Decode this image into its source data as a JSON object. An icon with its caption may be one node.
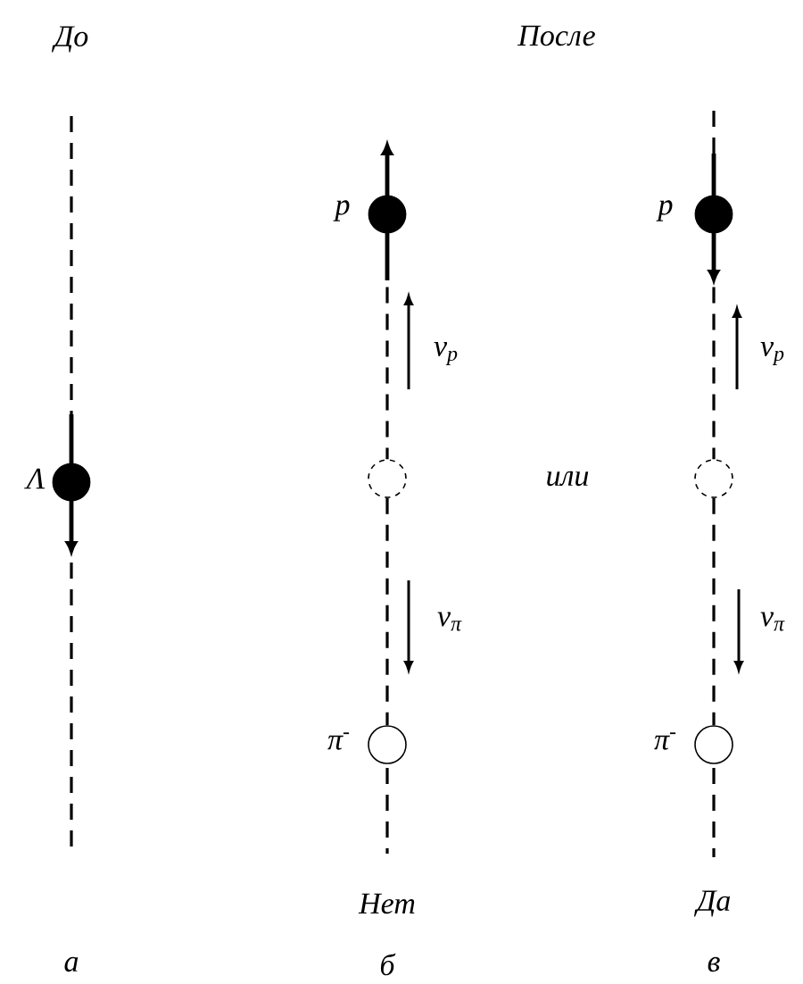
{
  "diagram": {
    "nodes": [
      {
        "text": [],
        "shape": "circle",
        "beside": [
          "Λ"
        ]
      },
      {
        "text": [],
        "shape": "circle",
        "beside": [
          "p"
        ]
      },
      {
        "text": [],
        "shape": "circle"
      },
      {
        "text": [],
        "shape": "circle",
        "beside": [
          "π$^{-}$"
        ]
      },
      {
        "text": [],
        "shape": "circle",
        "beside": [
          "p"
        ]
      },
      {
        "text": [],
        "shape": "circle"
      },
      {
        "text": [],
        "shape": "circle",
        "beside": [
          "π$^{-}$"
        ]
      }
    ],
    "edges": [
      {
        "from": 1,
        "to": 2,
        "arrow": "none",
        "style": "dashed"
      },
      {
        "from": 2,
        "to": 3,
        "arrow": "none",
        "style": "dashed"
      },
      {
        "from": 4,
        "to": 5,
        "arrow": "none",
        "style": "dashed"
      },
      {
        "from": 5,
        "to": 6,
        "arrow": "none",
        "style": "dashed"
      }
    ],
    "labels": [
      "До",
      "После",
      "v$_{p}$",
      "v$_{p}$",
      "или",
      "v$_{π}$",
      "v$_{π}$",
      "Нет",
      "Да",
      "а",
      "б",
      "в"
    ]
  }
}
